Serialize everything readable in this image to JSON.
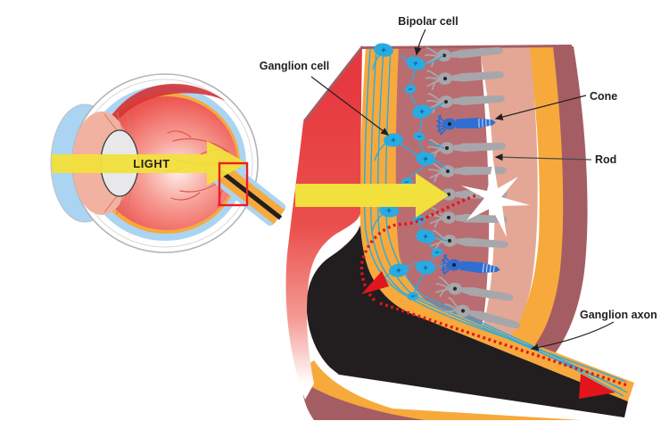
{
  "figure": {
    "labels": {
      "light": "LIGHT",
      "bipolar_cell": "Bipolar cell",
      "ganglion_cell": "Ganglion cell",
      "cone": "Cone",
      "rod": "Rod",
      "ganglion_axon": "Ganglion axon"
    }
  },
  "labels": {
    "light": "LIGHT",
    "bipolar_cell": "Bipolar cell",
    "ganglion_cell": "Ganglion cell",
    "cone": "Cone",
    "rod": "Rod",
    "ganglion_axon": "Ganglion axon"
  },
  "colors": {
    "light_yellow": "#f2e03c",
    "eye_red": "#e93e3e",
    "sclera_gray": "#b4b4b4",
    "cornea_blue": "#abd4f2",
    "retina_orange": "#f7a93c",
    "cell_layer_mauve": "#b96d71",
    "outer_band_mauve": "#a55d64",
    "outer_segment_pink": "#e4a795",
    "rod_gray": "#a7a7ab",
    "neuron_cyan": "#29abe2",
    "cone_blue": "#2f6ed2",
    "signal_red": "#e3141c",
    "nerve_black": "#221e20",
    "highlight_box_red": "#ed1c24",
    "iris_pink": "#f2b2a2",
    "lens_gray": "#e8e8ea",
    "vessel_red": "#e0564e",
    "label_black": "#231f20"
  }
}
